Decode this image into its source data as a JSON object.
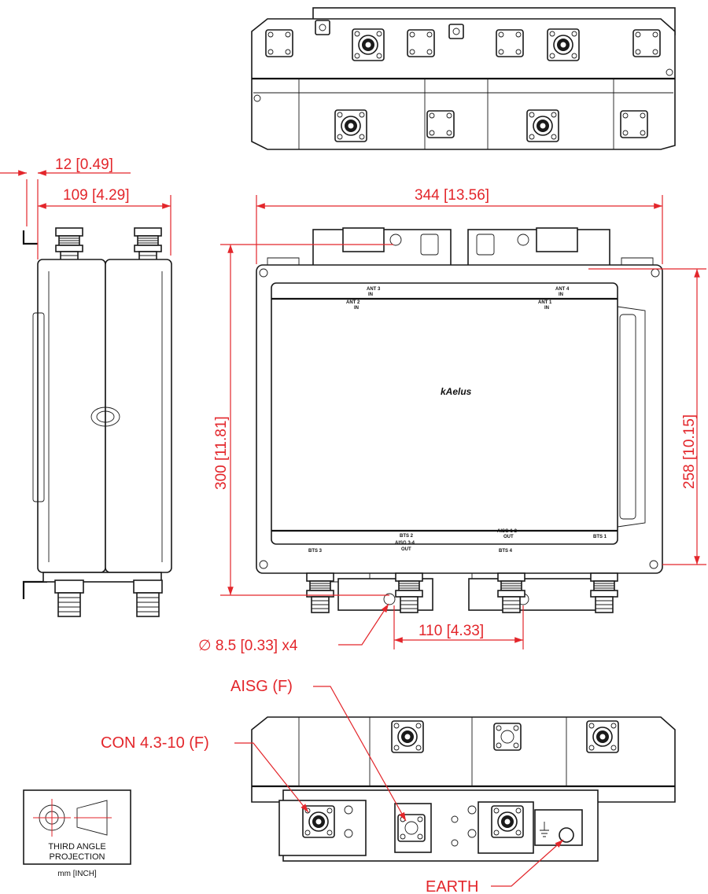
{
  "dimensions": {
    "flange_offset": "12 [0.49]",
    "side_depth": "109 [4.29]",
    "overall_width": "344 [13.56]",
    "overall_height": "300 [11.81]",
    "body_height": "258 [10.15]",
    "mount_pitch": "110 [4.33]",
    "mount_holes": "∅ 8.5 [0.33] x4"
  },
  "callouts": {
    "aisg": "AISG (F)",
    "connector": "CON 4.3-10 (F)",
    "earth": "EARTH"
  },
  "port_labels": {
    "ant3_in": "ANT 3",
    "ant3_in_sub": "IN",
    "ant2_in": "ANT 2",
    "ant2_in_sub": "IN",
    "ant4_in": "ANT 4",
    "ant4_in_sub": "IN",
    "ant1_in": "ANT 1",
    "ant1_in_sub": "IN",
    "bts3": "BTS 3",
    "bts2": "BTS 2",
    "aisg34_out": "AISG 3-4",
    "aisg34_out_sub": "OUT",
    "aisg12_out": "AISG 1-2",
    "aisg12_out_sub": "OUT",
    "bts4": "BTS 4",
    "bts1": "BTS 1"
  },
  "brand": "kAelus",
  "projection": {
    "line1": "THIRD ANGLE",
    "line2": "PROJECTION",
    "units": "mm [INCH]"
  },
  "colors": {
    "dimension": "#e3262b",
    "outline": "#1a1a1a"
  }
}
